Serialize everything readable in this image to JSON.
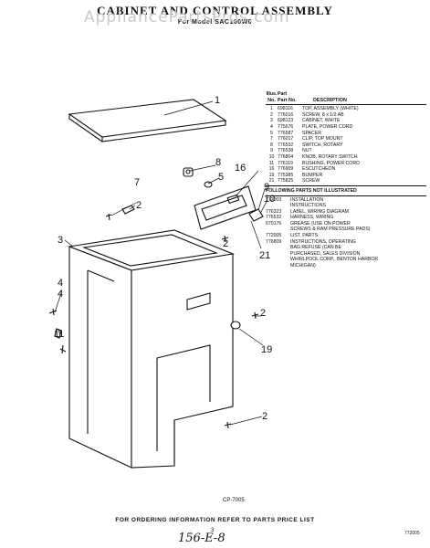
{
  "title": "CABINET AND CONTROL ASSEMBLY",
  "subtitle": "For Model SAC100W0",
  "watermark": "AppliancePartsPros.com",
  "parts_list": {
    "headers": {
      "no": "No.",
      "part_no": "Part No.",
      "description": "DESCRIPTION",
      "illus": "Illus.",
      "part": "Part"
    },
    "items": [
      {
        "no": "1",
        "part_no": "698116",
        "desc": "TOP, ASSEMBLY (WHITE)"
      },
      {
        "no": "2",
        "part_no": "776016",
        "desc": "SCREW, 8 x 1/2 AB"
      },
      {
        "no": "3",
        "part_no": "698123",
        "desc": "CABINET, WHITE"
      },
      {
        "no": "4",
        "part_no": "775676",
        "desc": "PLATE, POWER CORD"
      },
      {
        "no": "5",
        "part_no": "776587",
        "desc": "SPACER"
      },
      {
        "no": "7",
        "part_no": "776017",
        "desc": "CLIP, TOP MOUNT"
      },
      {
        "no": "8",
        "part_no": "776532",
        "desc": "SWITCH, ROTARY"
      },
      {
        "no": "9",
        "part_no": "776538",
        "desc": "NUT"
      },
      {
        "no": "10",
        "part_no": "776804",
        "desc": "KNOB, ROTARY SWITCH"
      },
      {
        "no": "11",
        "part_no": "776119",
        "desc": "BUSHING, POWER CORD"
      },
      {
        "no": "16",
        "part_no": "776909",
        "desc": "ESCUTCHEON"
      },
      {
        "no": "19",
        "part_no": "775385",
        "desc": "BUMPER"
      },
      {
        "no": "21",
        "part_no": "775825",
        "desc": "SCREW"
      }
    ],
    "not_illustrated_heading": "FOLLOWING PARTS NOT ILLUSTRATED",
    "not_illustrated": [
      {
        "part_no": "772003",
        "desc": "INSTALLATION"
      },
      {
        "part_no": "",
        "desc": "INSTRUCTIONS"
      },
      {
        "part_no": "776323",
        "desc": "LABEL, WIRING DIAGRAM"
      },
      {
        "part_no": "776532",
        "desc": "HARNESS, WIRING"
      },
      {
        "part_no": "670176",
        "desc": "GREASE (USE ON POWER"
      },
      {
        "part_no": "",
        "desc": "SCREWS & RAM PRESSURE PADS)"
      },
      {
        "part_no": "772005",
        "desc": "LIST, PARTS"
      },
      {
        "part_no": "776809",
        "desc": "INSTRUCTIONS, OPERATING"
      },
      {
        "part_no": "",
        "desc": "BAG REFUSE (CAN BE"
      },
      {
        "part_no": "",
        "desc": "PURCHASED, SALES DIVISION"
      },
      {
        "part_no": "",
        "desc": "WHIRLPOOL CORP., BENTON HARBOR"
      },
      {
        "part_no": "",
        "desc": "MICHIGAN)"
      }
    ]
  },
  "callouts": [
    "1",
    "2",
    "3",
    "4",
    "5",
    "7",
    "8",
    "9",
    "10",
    "11",
    "16",
    "19",
    "21",
    "2",
    "2",
    "2",
    "4"
  ],
  "figure_code": "CP-7005",
  "footer_note": "FOR ORDERING INFORMATION REFER TO PARTS PRICE LIST",
  "page_number": "3",
  "doc_code": "772005",
  "handwriting": "156-E-8"
}
